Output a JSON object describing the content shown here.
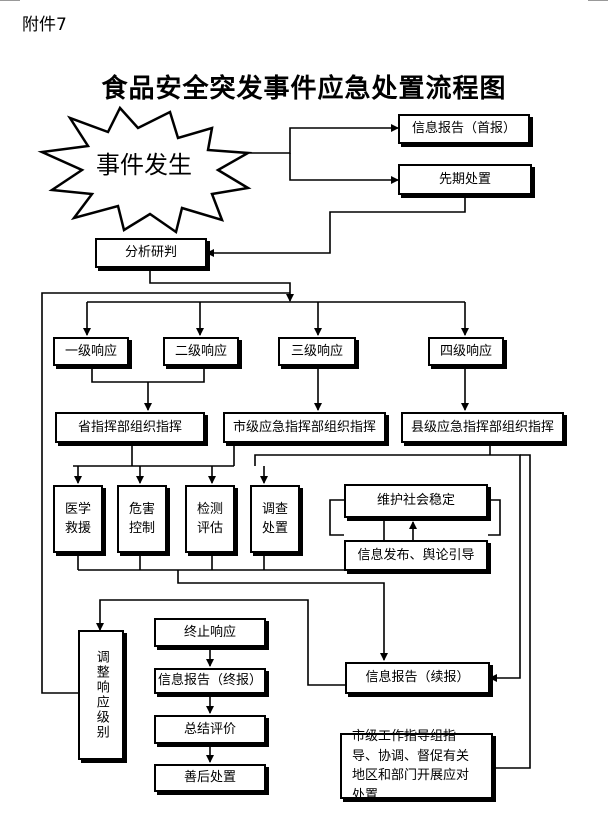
{
  "annex_label": "附件7",
  "title": "食品安全突发事件应急处置流程图",
  "nodes": {
    "event": "事件发生",
    "report_first": "信息报告（首报）",
    "initial_handling": "先期处置",
    "analysis": "分析研判",
    "level1": "一级响应",
    "level2": "二级响应",
    "level3": "三级响应",
    "level4": "四级响应",
    "province_cmd": "省指挥部组织指挥",
    "city_cmd": "市级应急指挥部组织指挥",
    "county_cmd": "县级应急指挥部组织指挥",
    "medical": "医学救援",
    "hazard": "危害控制",
    "testing": "检测评估",
    "investigation": "调查处置",
    "stability": "维护社会稳定",
    "publish": "信息发布、舆论引导",
    "adjust": "调整响应级别",
    "terminate": "终止响应",
    "report_final": "信息报告（终报）",
    "summary": "总结评价",
    "aftermath": "善后处置",
    "report_continue": "信息报告（续报）",
    "city_guidance": "市级工作指导组指导、协调、督促有关地区和部门开展应对处置"
  }
}
